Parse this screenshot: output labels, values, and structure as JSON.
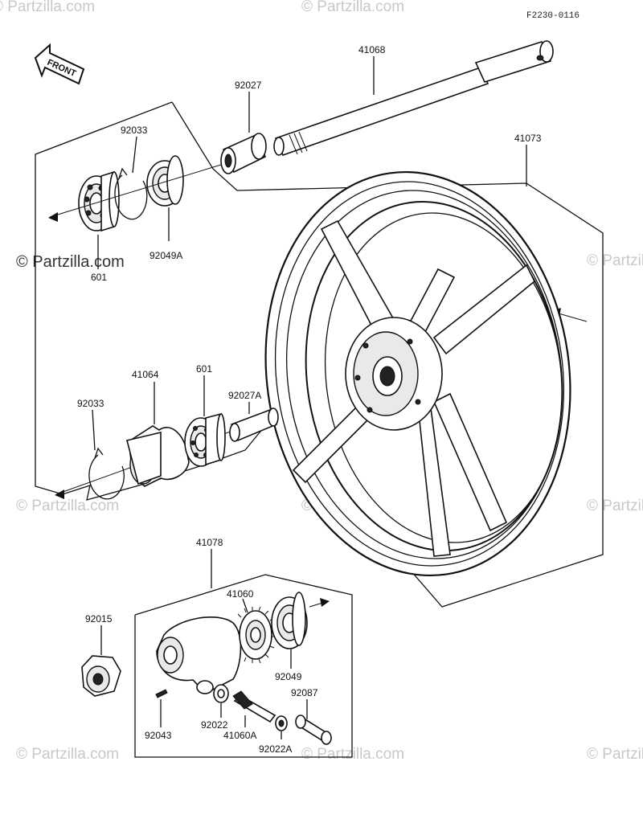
{
  "diagram_code": "F2230-0116",
  "front_marker": "FRONT",
  "watermark": "© Partzilla.com",
  "parts": {
    "axle": "41068",
    "spacer": "92027",
    "rim": "41073",
    "circlip_top": "92033",
    "oil_seal_top": "92049A",
    "bearing_top": "601",
    "gear_plate": "41064",
    "bearing_mid": "601",
    "collar": "92027A",
    "circlip_mid": "92033",
    "meter_gear_housing": "41078",
    "meter_gear": "41060",
    "axle_nut": "92015",
    "oil_seal_bottom": "92049",
    "bushing": "92087",
    "washer": "92022",
    "pin": "92043",
    "pinion_gear": "41060A",
    "washer_a": "92022A"
  }
}
